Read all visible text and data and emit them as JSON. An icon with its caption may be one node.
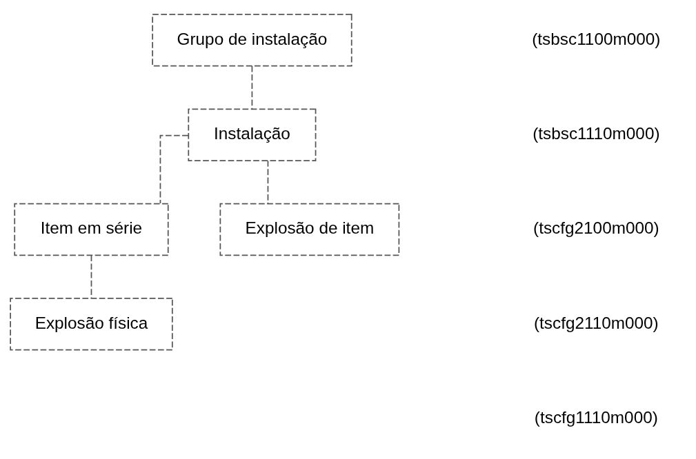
{
  "diagram": {
    "nodes": [
      {
        "text": [
          "Grupo de instalação"
        ]
      },
      {
        "text": [
          "Instalação"
        ]
      },
      {
        "text": [
          "Item em série"
        ]
      },
      {
        "text": [
          "Explosão física"
        ]
      },
      {
        "text": [
          "Explosão de item"
        ]
      }
    ],
    "edges": [
      {
        "from": 0,
        "to": 1,
        "arrow": "none",
        "style": "dashed"
      },
      {
        "from": 1,
        "to": 2,
        "arrow": "none",
        "style": "dashed"
      },
      {
        "from": 1,
        "to": 4,
        "arrow": "none",
        "style": "dashed"
      },
      {
        "from": 2,
        "to": 3,
        "arrow": "none",
        "style": "dashed"
      }
    ],
    "labels": [
      "(tsbsc1100m000)",
      "(tsbsc1110m000)",
      "(tscfg2100m000)",
      "(tscfg2110m000)",
      "(tscfg1110m000)"
    ]
  }
}
